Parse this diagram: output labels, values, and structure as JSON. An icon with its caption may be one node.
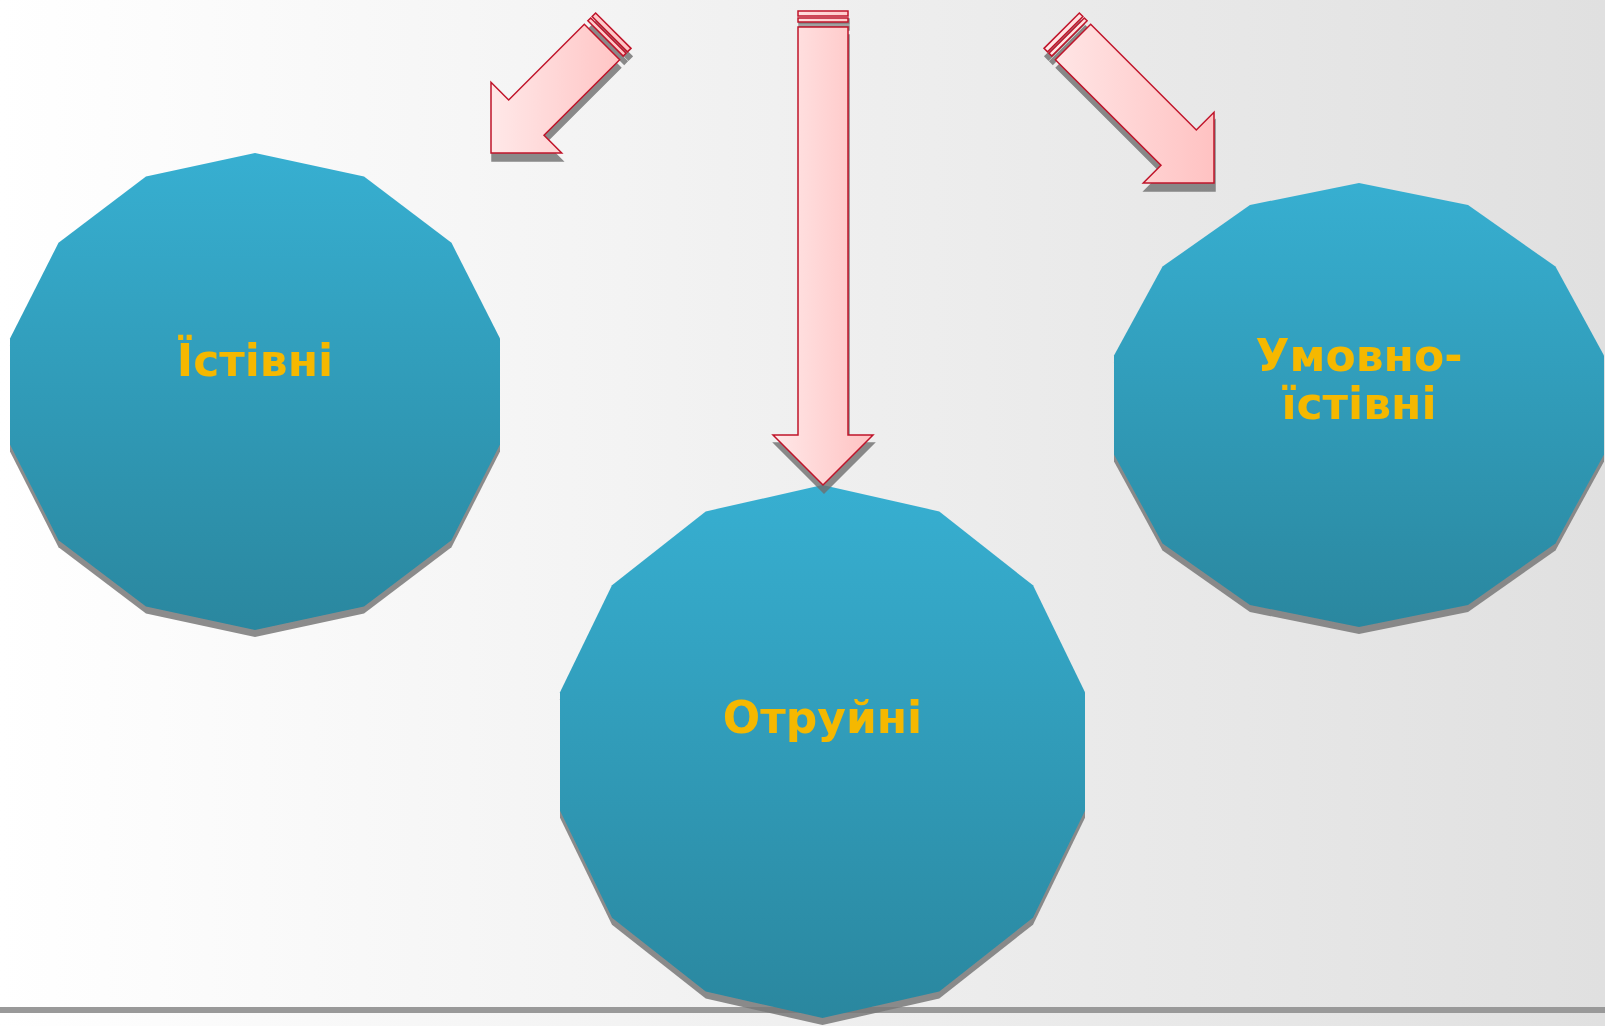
{
  "diagram": {
    "nodes": [
      {
        "text": [
          "Їстівні"
        ]
      },
      {
        "text": [
          "Умовно-їстівні"
        ]
      },
      {
        "text": [
          "Отруйні"
        ]
      }
    ],
    "edges": [
      {
        "from": null,
        "to": 0,
        "arrow": "to"
      },
      {
        "from": null,
        "to": 2,
        "arrow": "to"
      },
      {
        "from": null,
        "to": 1,
        "arrow": "to"
      }
    ]
  }
}
